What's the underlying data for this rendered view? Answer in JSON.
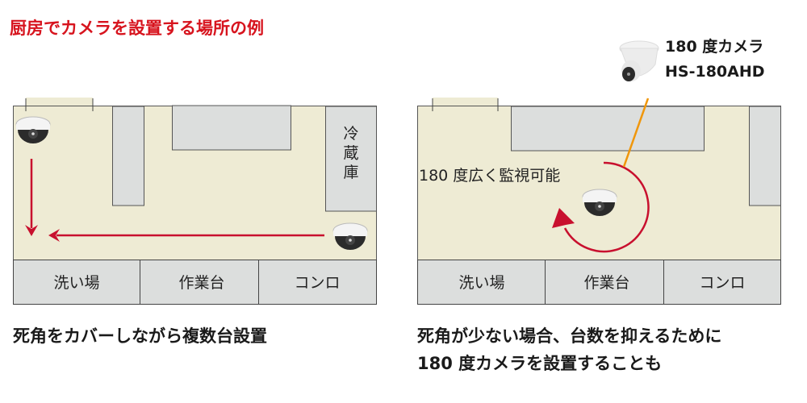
{
  "title": "厨房でカメラを設置する場所の例",
  "colors": {
    "accent": "#d7141e",
    "floor": "#eeebd4",
    "counter": "#dcdedd",
    "leader": "#f0960a"
  },
  "left_plan": {
    "fridge_label": [
      "冷",
      "蔵",
      "庫"
    ],
    "bottom_labels": [
      "洗い場",
      "作業台",
      "コンロ"
    ],
    "caption": "死角をカバーしながら複数台設置"
  },
  "right_plan": {
    "product_name": "180 度カメラ",
    "product_model": "HS-180AHD",
    "coverage_label": "180 度広く監視可能",
    "bottom_labels": [
      "洗い場",
      "作業台",
      "コンロ"
    ],
    "caption_lines": [
      "死角が少ない場合、台数を抑えるために",
      "180 度カメラを設置することも"
    ]
  }
}
